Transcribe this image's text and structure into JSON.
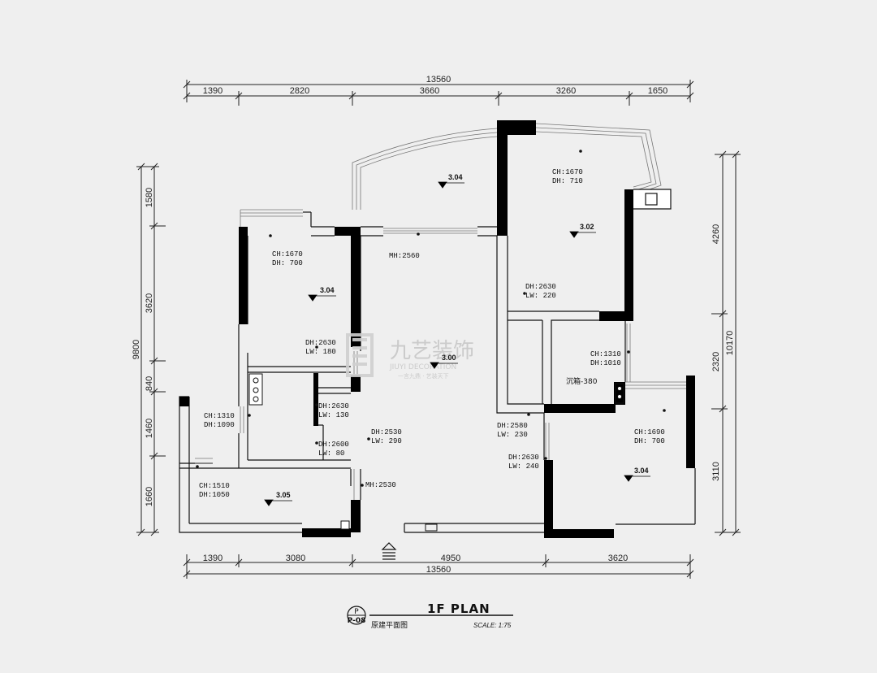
{
  "dimensions": {
    "top_total": "13560",
    "top": [
      "1390",
      "2820",
      "3660",
      "3260",
      "1650"
    ],
    "bottom_total": "13560",
    "bottom": [
      "1390",
      "3080",
      "4950",
      "3620"
    ],
    "left_total": "9800",
    "left": [
      "1580",
      "3620",
      "840",
      "1460",
      "1660"
    ],
    "right_total": "10170",
    "right": [
      "4260",
      "2320",
      "3110"
    ]
  },
  "labels": {
    "ch1670_a": "CH:1670",
    "dh700_a": "DH: 700",
    "dh2630_a": "DH:2630",
    "lw180": "LW: 180",
    "ch1310_a": "CH:1310",
    "dh1090": "DH:1090",
    "dh2630_b": "DH:2630",
    "lw130": "LW: 130",
    "dh2600": "DH:2600",
    "lw80": "LW: 80",
    "dh2530": "DH:2530",
    "lw290": "LW: 290",
    "ch1510": "CH:1510",
    "dh1050": "DH:1050",
    "mh2530": "MH:2530",
    "mh2560": "MH:2560",
    "ch1670_b": "CH:1670",
    "dh710": "DH: 710",
    "dh2630_c": "DH:2630",
    "lw220": "LW: 220",
    "ch1310_b": "CH:1310",
    "dh1010": "DH:1010",
    "sink": "沉箱-380",
    "dh2580": "DH:2580",
    "lw230": "LW: 230",
    "dh2630_d": "DH:2630",
    "lw240": "LW: 240",
    "ch1690": "CH:1690",
    "dh700_b": "DH: 700"
  },
  "levels": {
    "balcony_top": "3.04",
    "room_left": "3.04",
    "living": "3.00",
    "room_right": "3.02",
    "room_bottom_left": "3.05",
    "room_bottom_right": "3.04"
  },
  "watermark": {
    "name": "九艺装饰",
    "en": "JIUYI DECORATION",
    "slogan": "一言九鼎 · 艺装天下"
  },
  "title_block": {
    "symbol": "P",
    "code": "P-08",
    "title": "1F PLAN",
    "subtitle": "原建平面图",
    "scale": "SCALE: 1:75"
  }
}
